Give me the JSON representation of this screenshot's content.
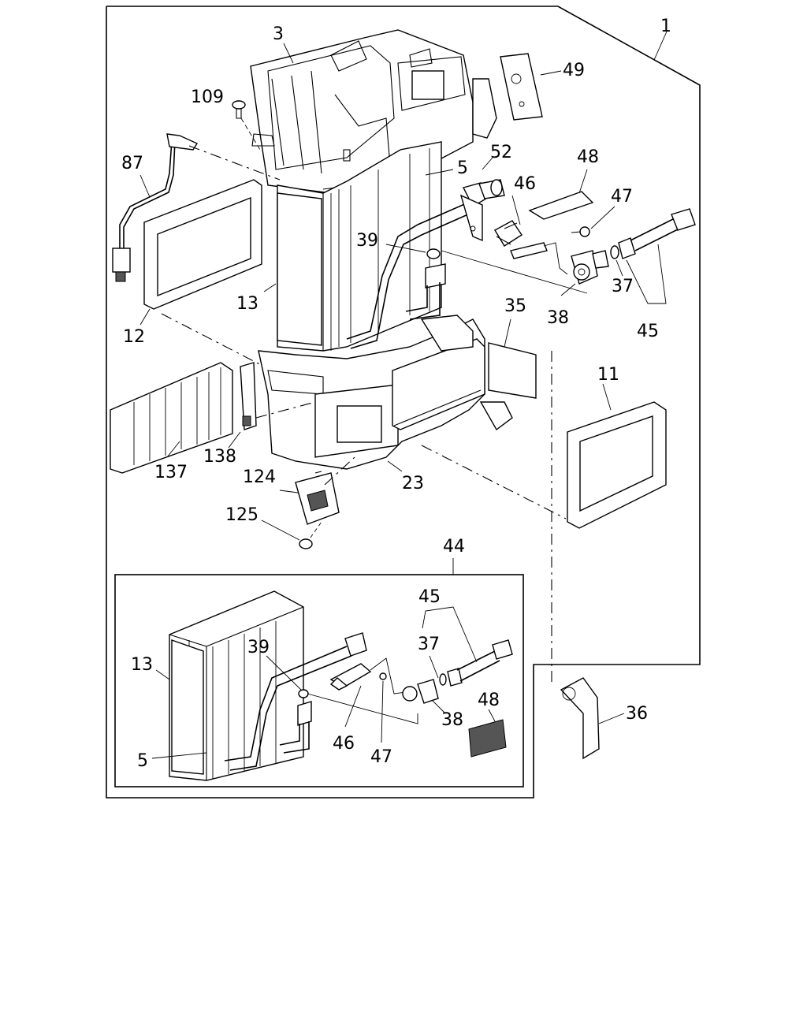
{
  "diagram": {
    "callouts": {
      "c1": "1",
      "c3": "3",
      "c109": "109",
      "c49": "49",
      "c87": "87",
      "c52": "52",
      "c5": "5",
      "c48": "48",
      "c46": "46",
      "c47": "47",
      "c39": "39",
      "c13": "13",
      "c37": "37",
      "c38": "38",
      "c45": "45",
      "c12": "12",
      "c35": "35",
      "c11": "11",
      "c137": "137",
      "c138": "138",
      "c23": "23",
      "c124": "124",
      "c125": "125",
      "c44": "44",
      "i45": "45",
      "i13": "13",
      "i39": "39",
      "i37": "37",
      "i48": "48",
      "i38": "38",
      "i46": "46",
      "i5": "5",
      "i47": "47",
      "c36": "36"
    }
  }
}
